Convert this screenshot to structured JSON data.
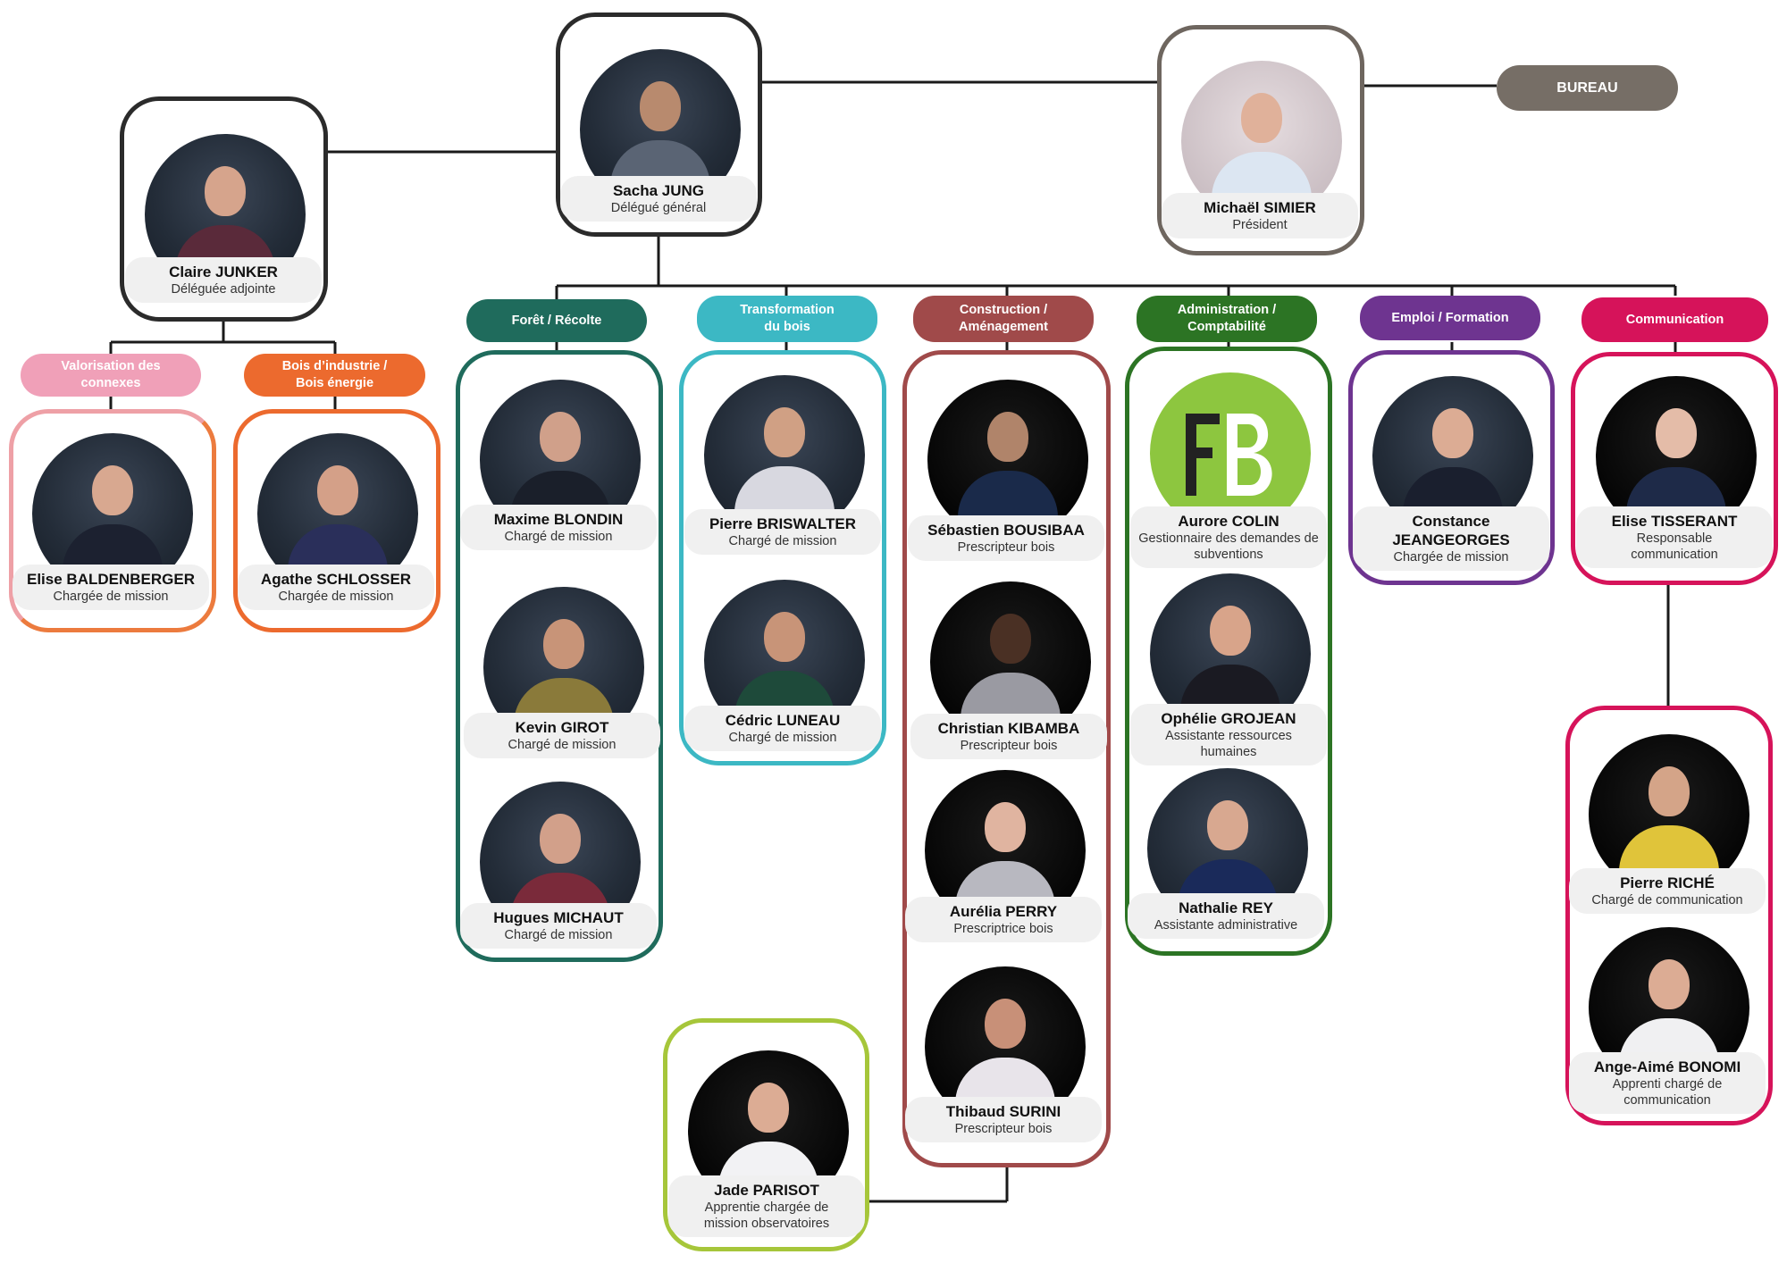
{
  "bureau": {
    "label": "BUREAU",
    "color": "#766e66"
  },
  "leaders": {
    "sacha": {
      "name": "Sacha JUNG",
      "role": "Délégué général"
    },
    "michael": {
      "name": "Michaël SIMIER",
      "role": "Président"
    },
    "claire": {
      "name": "Claire JUNKER",
      "role": "Déléguée adjointe"
    }
  },
  "departments": [
    {
      "label": "Forêt / Récolte",
      "color": "#1f6b5c"
    },
    {
      "label": "Transformation du bois",
      "color": "#3cb8c4"
    },
    {
      "label": "Construction / Aménagement",
      "color": "#a04a4a"
    },
    {
      "label": "Administration / Comptabilité",
      "color": "#2c7424"
    },
    {
      "label": "Emploi / Formation",
      "color": "#6e3490"
    },
    {
      "label": "Communication",
      "color": "#d6135a"
    }
  ],
  "sub_departments": [
    {
      "label": "Valorisation des connexes",
      "color": "#f0a0b8"
    },
    {
      "label": "Bois d’industrie / Bois énergie",
      "color": "#ec6a2e"
    }
  ],
  "people": {
    "elise_b": {
      "name": "Elise BALDENBERGER",
      "role": "Chargée de mission"
    },
    "agathe": {
      "name": "Agathe SCHLOSSER",
      "role": "Chargée de mission"
    },
    "maxime": {
      "name": "Maxime BLONDIN",
      "role": "Chargé de mission"
    },
    "kevin": {
      "name": "Kevin GIROT",
      "role": "Chargé de mission"
    },
    "hugues": {
      "name": "Hugues MICHAUT",
      "role": "Chargé de mission"
    },
    "pierre_b": {
      "name": "Pierre BRISWALTER",
      "role": "Chargé de mission"
    },
    "cedric": {
      "name": "Cédric LUNEAU",
      "role": "Chargé de mission"
    },
    "sebastien": {
      "name": "Sébastien BOUSIBAA",
      "role": "Prescripteur bois"
    },
    "christian": {
      "name": "Christian KIBAMBA",
      "role": "Prescripteur bois"
    },
    "aurelia": {
      "name": "Aurélia PERRY",
      "role": "Prescriptrice bois"
    },
    "thibaud": {
      "name": "Thibaud SURINI",
      "role": "Prescripteur bois"
    },
    "aurore": {
      "name": "Aurore COLIN",
      "role": "Gestionnaire des demandes de subventions"
    },
    "ophelie": {
      "name": "Ophélie GROJEAN",
      "role": "Assistante ressources humaines"
    },
    "nathalie": {
      "name": "Nathalie REY",
      "role": "Assistante administrative"
    },
    "constance": {
      "name": "Constance JEANGEORGES",
      "role": "Chargée de mission"
    },
    "elise_t": {
      "name": "Elise TISSERANT",
      "role": "Responsable communication"
    },
    "pierre_r": {
      "name": "Pierre RICHÉ",
      "role": "Chargé de communication"
    },
    "ange": {
      "name": "Ange-Aimé BONOMI",
      "role": "Apprenti chargé de communication"
    },
    "jade": {
      "name": "Jade PARISOT",
      "role": "Apprentie chargée de mission observatoires"
    }
  },
  "logo": {
    "text": "FB",
    "color": "#8dc63f"
  },
  "icons": {
    "person": "person-photo-icon"
  }
}
